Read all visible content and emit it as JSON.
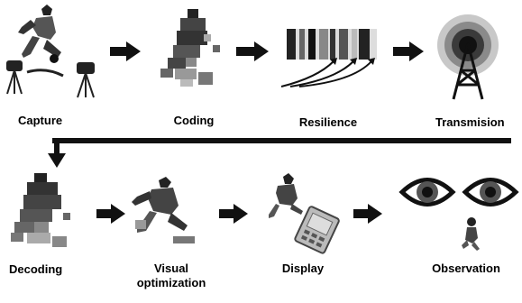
{
  "stages": [
    {
      "id": "capture",
      "label": "Capture"
    },
    {
      "id": "coding",
      "label": "Coding"
    },
    {
      "id": "resilience",
      "label": "Resilience"
    },
    {
      "id": "transmission",
      "label": "Transmision"
    },
    {
      "id": "decoding",
      "label": "Decoding"
    },
    {
      "id": "visual-optimization",
      "label_line1": "Visual",
      "label_line2": "optimization"
    },
    {
      "id": "display",
      "label": "Display"
    },
    {
      "id": "observation",
      "label": "Observation"
    }
  ],
  "icons": {
    "capture": "soccer-player-with-cameras-icon",
    "coding": "pixelated-player-icon",
    "resilience": "packet-stream-icon",
    "transmission": "broadcast-tower-icon",
    "decoding": "pixelated-player-icon",
    "visual_optimization": "enhanced-player-icon",
    "display": "handheld-display-icon",
    "observation": "eyes-icon"
  },
  "colors": {
    "ink": "#000000",
    "arrow": "#111111",
    "mid_gray": "#7a7a7a",
    "light_gray": "#c8c8c8",
    "dark_gray": "#3a3a3a"
  }
}
